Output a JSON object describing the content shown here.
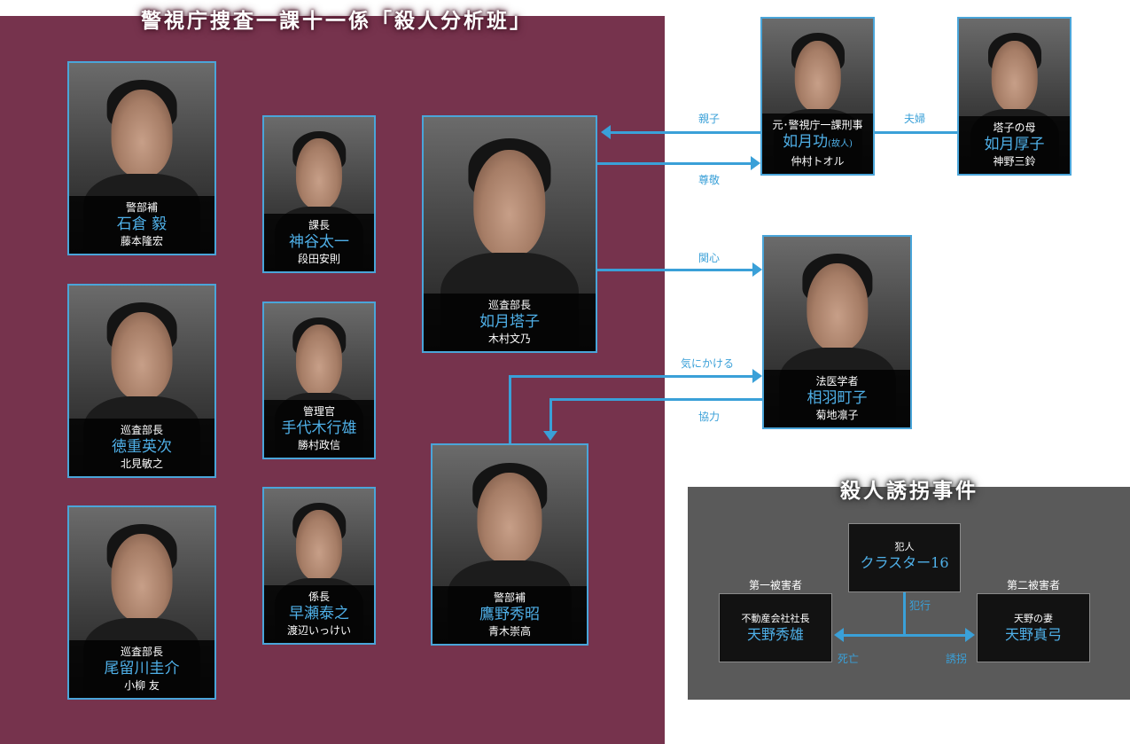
{
  "team": {
    "title": "警視庁捜査一課十一係「殺人分析班」",
    "members": [
      {
        "role": "警部補",
        "name": "石倉 毅",
        "actor": "藤本隆宏"
      },
      {
        "role": "巡査部長",
        "name": "徳重英次",
        "actor": "北見敏之"
      },
      {
        "role": "巡査部長",
        "name": "尾留川圭介",
        "actor": "小柳 友"
      },
      {
        "role": "課長",
        "name": "神谷太一",
        "actor": "段田安則"
      },
      {
        "role": "管理官",
        "name": "手代木行雄",
        "actor": "勝村政信"
      },
      {
        "role": "係長",
        "name": "早瀬泰之",
        "actor": "渡辺いっけい"
      },
      {
        "role": "巡査部長",
        "name": "如月塔子",
        "actor": "木村文乃"
      },
      {
        "role": "警部補",
        "name": "鷹野秀昭",
        "actor": "青木崇高"
      }
    ]
  },
  "outside": {
    "father": {
      "role": "元･警視庁一課刑事",
      "name": "如月功",
      "name_note": "(故人)",
      "actor": "仲村トオル"
    },
    "mother": {
      "role": "塔子の母",
      "name": "如月厚子",
      "actor": "神野三鈴"
    },
    "doctor": {
      "role": "法医学者",
      "name": "相羽町子",
      "actor": "菊地凛子"
    }
  },
  "relations": {
    "oyako": "親子",
    "sonkei": "尊敬",
    "fuufu": "夫婦",
    "kanshin": "関心",
    "kinikakeru": "気にかける",
    "kyouryoku": "協力"
  },
  "case": {
    "title": "殺人誘拐事件",
    "culprit": {
      "role": "犯人",
      "name": "クラスター16"
    },
    "victim1": {
      "caption": "第一被害者",
      "role": "不動産会社社長",
      "name": "天野秀雄"
    },
    "victim2": {
      "caption": "第二被害者",
      "role": "天野の妻",
      "name": "天野真弓"
    },
    "labels": {
      "hankou": "犯行",
      "shibou": "死亡",
      "yuukai": "誘拐"
    }
  }
}
